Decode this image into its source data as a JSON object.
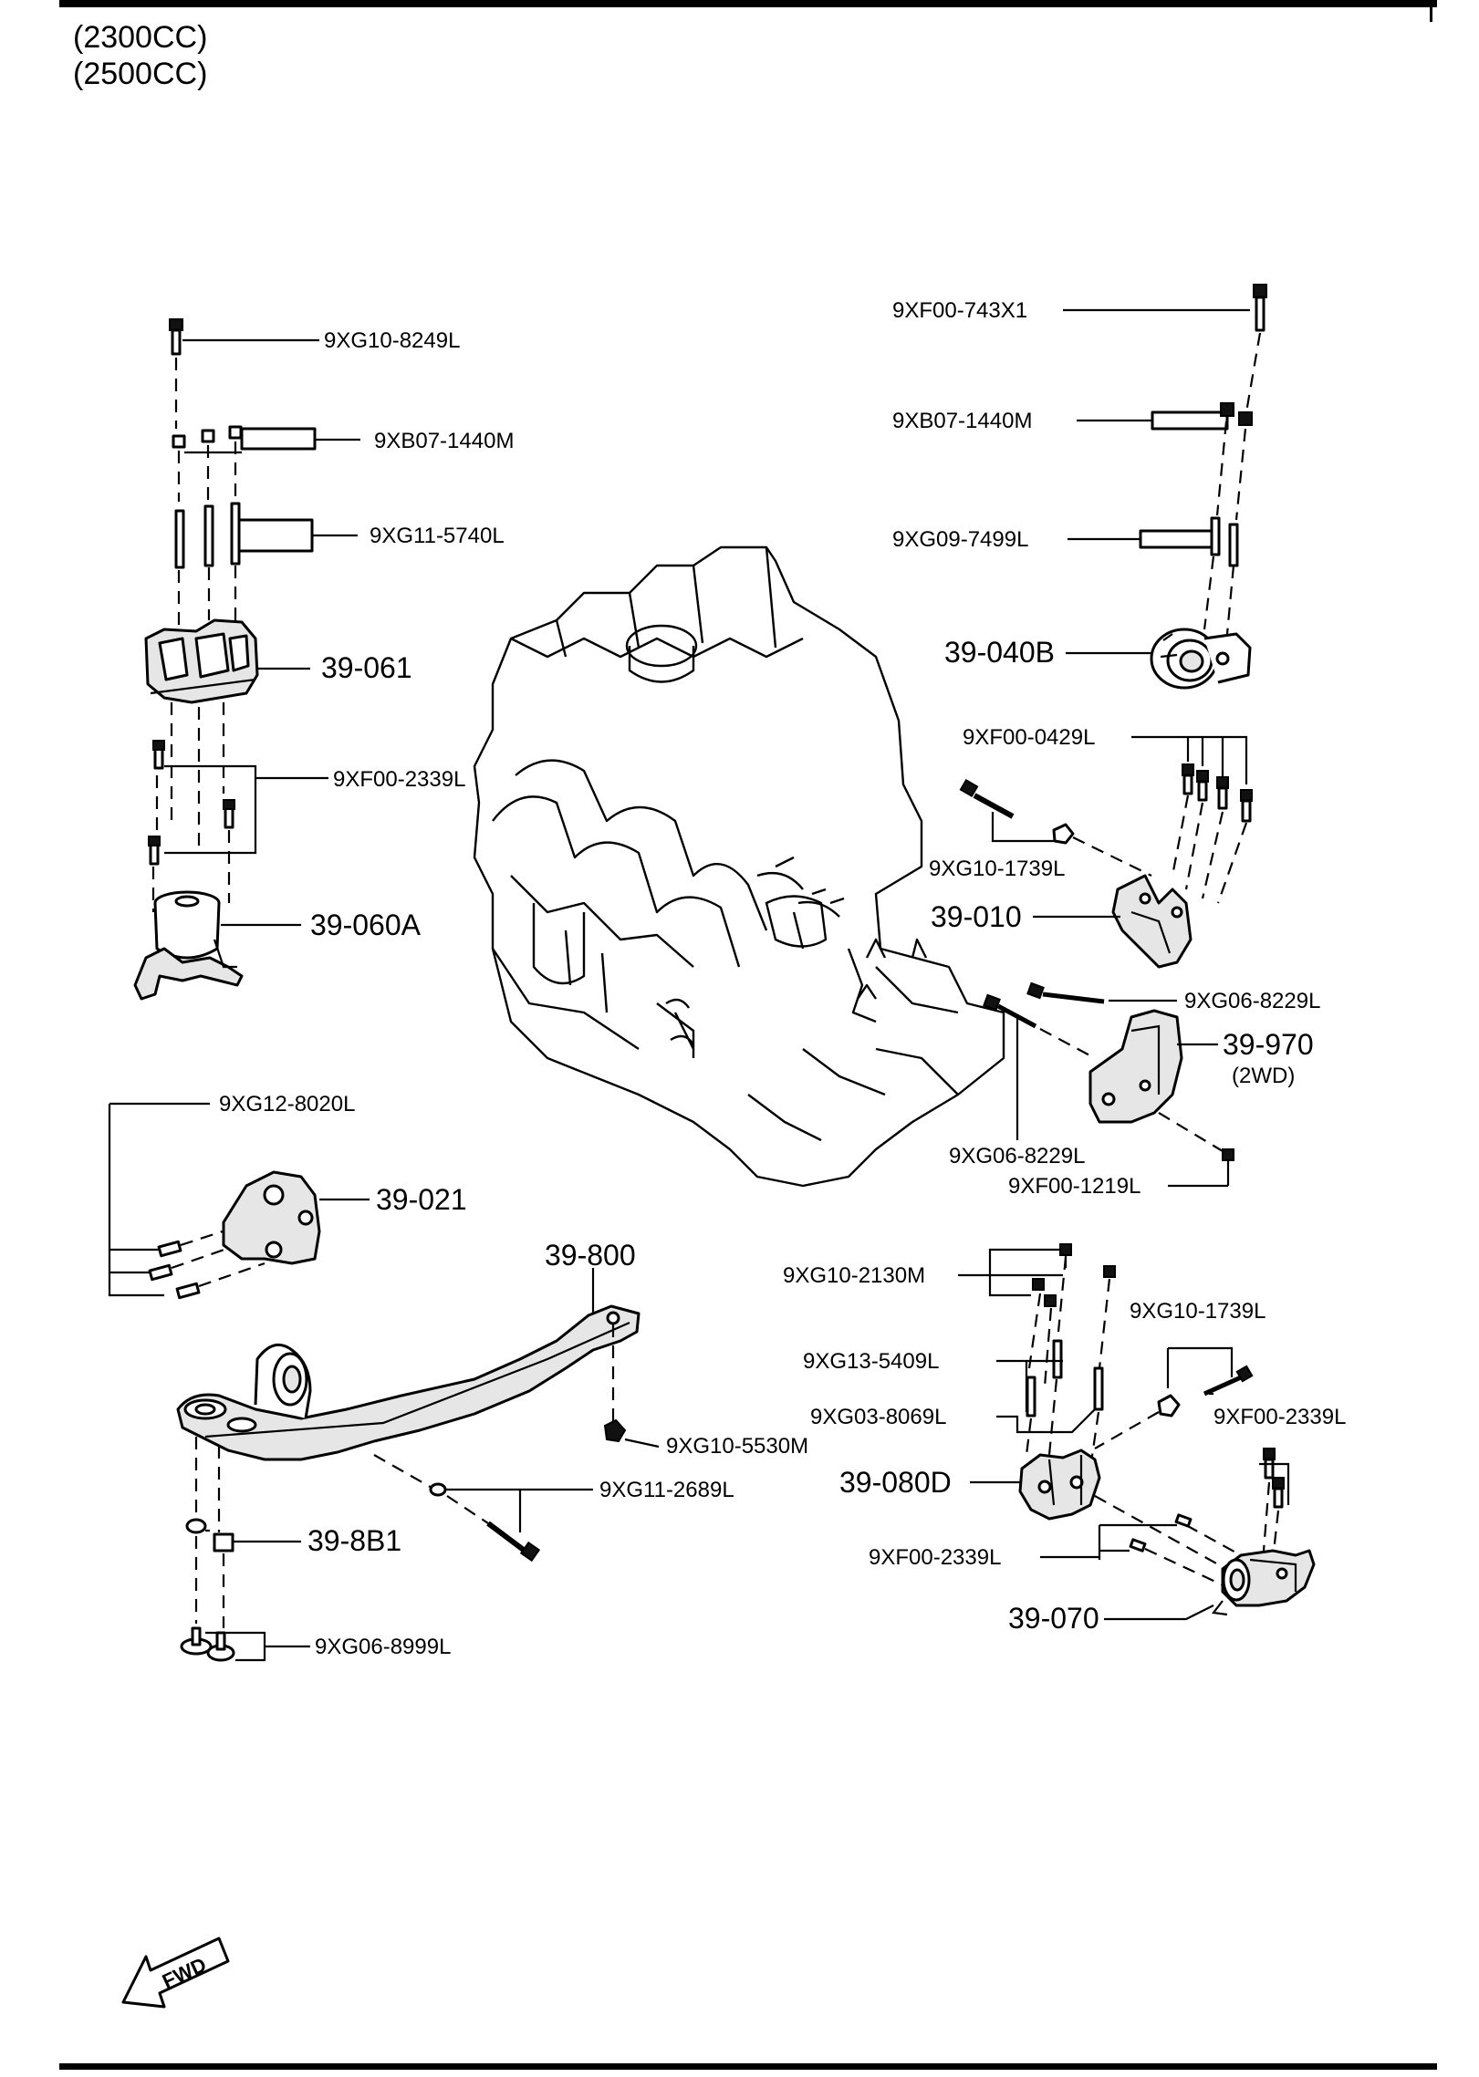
{
  "header": {
    "line1": "(2300CC)",
    "line2": "(2500CC)"
  },
  "labels": {
    "xg10_8249l": "9XG10-8249L",
    "xb07_1440m_left": "9XB07-1440M",
    "xg11_5740l": "9XG11-5740L",
    "p39_061": "39-061",
    "xf00_2339l_left": "9XF00-2339L",
    "p39_060a": "39-060A",
    "xf00_743x1": "9XF00-743X1",
    "xb07_1440m_right": "9XB07-1440M",
    "xg09_7499l": "9XG09-7499L",
    "p39_040b": "39-040B",
    "xf00_0429l": "9XF00-0429L",
    "xg10_1739l_upper": "9XG10-1739L",
    "p39_010": "39-010",
    "xg06_8229l_upper": "9XG06-8229L",
    "p39_970": "39-970",
    "p39_970_note": "(2WD)",
    "xg06_8229l_lower": "9XG06-8229L",
    "xf00_1219l": "9XF00-1219L",
    "xg12_8020l": "9XG12-8020L",
    "p39_021": "39-021",
    "p39_800": "39-800",
    "xg10_5530m": "9XG10-5530M",
    "xg11_2689l": "9XG11-2689L",
    "p39_8b1": "39-8B1",
    "xg06_8999l": "9XG06-8999L",
    "xg10_2130m": "9XG10-2130M",
    "xg13_5409l": "9XG13-5409L",
    "xg03_8069l": "9XG03-8069L",
    "xg10_1739l_lower": "9XG10-1739L",
    "xf00_2339l_right": "9XF00-2339L",
    "p39_080d": "39-080D",
    "xf00_2339l_lower": "9XF00-2339L",
    "p39_070": "39-070"
  },
  "fwd": {
    "text": "FWD"
  }
}
